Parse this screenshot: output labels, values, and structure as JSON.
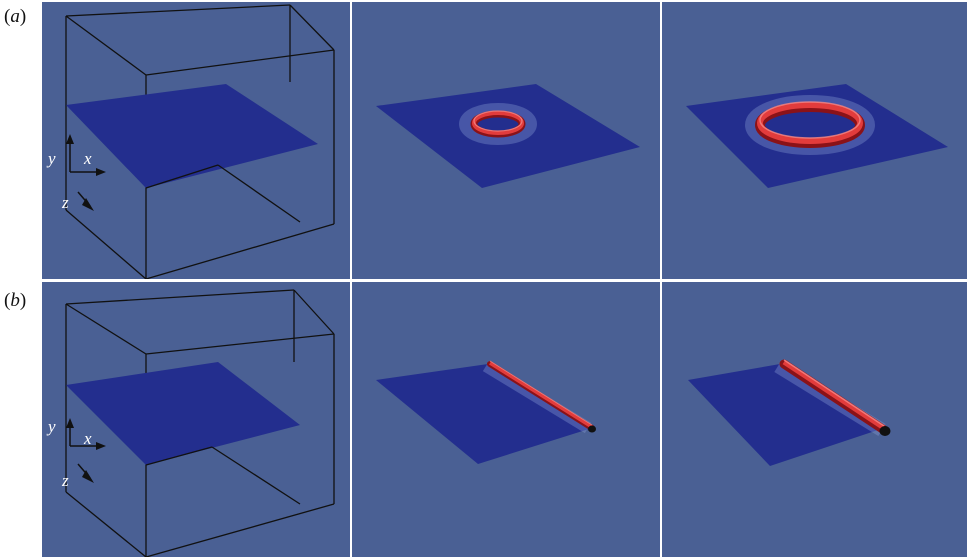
{
  "figure": {
    "rows": [
      {
        "label_open": "(",
        "label_letter": "a",
        "label_close": ")",
        "axes": {
          "y": "y",
          "x": "x",
          "z": "z"
        },
        "description_hint": "circular ring"
      },
      {
        "label_open": "(",
        "label_letter": "b",
        "label_close": ")",
        "axes": {
          "y": "y",
          "x": "x",
          "z": "z"
        },
        "description_hint": "straight cylinder"
      }
    ]
  },
  "colors": {
    "background": "#4a6094",
    "plane": "#232e8e",
    "cube_edge": "#111111",
    "tube": "#c41a24",
    "tube_highlight": "#f06b6b"
  }
}
